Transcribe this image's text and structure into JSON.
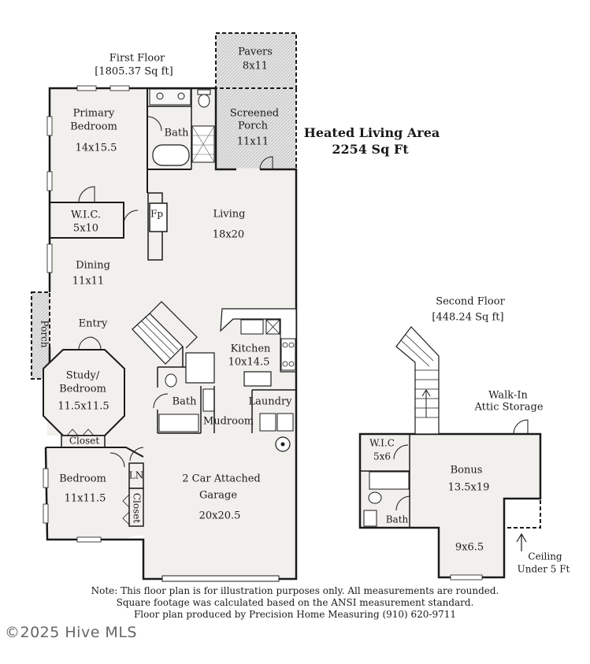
{
  "header": {
    "first_floor_title": "First Floor",
    "first_floor_area": "[1805.37 Sq ft]",
    "heated_title": "Heated Living Area",
    "heated_area": "2254 Sq Ft",
    "second_floor_title": "Second Floor",
    "second_floor_area": "[448.24 Sq ft]"
  },
  "rooms": {
    "pavers": {
      "name": "Pavers",
      "size": "8x11"
    },
    "primary_bedroom": {
      "name_l1": "Primary",
      "name_l2": "Bedroom",
      "size": "14x15.5"
    },
    "bath_primary": {
      "name": "Bath"
    },
    "screened_porch": {
      "name_l1": "Screened",
      "name_l2": "Porch",
      "size": "11x11"
    },
    "wic": {
      "name": "W.I.C.",
      "size": "5x10"
    },
    "fireplace": {
      "name": "Fp"
    },
    "living": {
      "name": "Living",
      "size": "18x20"
    },
    "dining": {
      "name": "Dining",
      "size": "11x11"
    },
    "porch": {
      "name": "Porch"
    },
    "entry": {
      "name": "Entry"
    },
    "study": {
      "name_l1": "Study/",
      "name_l2": "Bedroom",
      "size": "11.5x11.5"
    },
    "kitchen": {
      "name": "Kitchen",
      "size": "10x14.5"
    },
    "bath_hall": {
      "name": "Bath"
    },
    "laundry": {
      "name": "Laundry"
    },
    "mudroom": {
      "name": "Mudroom"
    },
    "closet_study": {
      "name": "Closet"
    },
    "bedroom": {
      "name": "Bedroom",
      "size": "11x11.5"
    },
    "ln": {
      "name": "LN"
    },
    "closet_bedroom": {
      "name": "Closet"
    },
    "garage": {
      "name_l1": "2 Car Attached",
      "name_l2": "Garage",
      "size": "20x20.5"
    },
    "attic": {
      "name_l1": "Walk-In",
      "name_l2": "Attic Storage"
    },
    "wic_upper": {
      "name": "W.I.C",
      "size": "5x6"
    },
    "bonus": {
      "name": "Bonus",
      "size": "13.5x19"
    },
    "bath_upper": {
      "name": "Bath"
    },
    "nook": {
      "size": "9x6.5"
    },
    "ceiling": {
      "l1": "Ceiling",
      "l2": "Under 5 Ft"
    }
  },
  "notes": {
    "line1": "Note: This floor plan is for illustration purposes only. All measurements are rounded.",
    "line2": "Square footage was calculated based on the ANSI measurement standard.",
    "line3": "Floor plan produced by Precision Home Measuring (910) 620-9711"
  },
  "watermark": "©2025 Hive MLS",
  "colors": {
    "floor": "#f2f0ed",
    "wall": "#1a1a1a",
    "porch": "#dcdcdc"
  }
}
